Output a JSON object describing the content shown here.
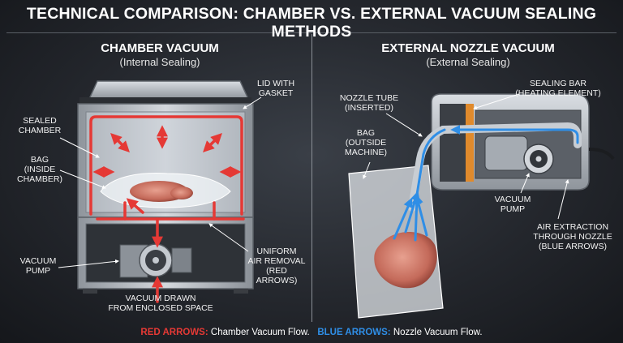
{
  "title": "TECHNICAL COMPARISON: CHAMBER VS. EXTERNAL VACUUM SEALING METHODS",
  "left": {
    "heading": "CHAMBER VACUUM",
    "subheading": "(Internal Sealing)",
    "labels": {
      "lid": "LID WITH\nGASKET",
      "sealed_chamber": "SEALED\nCHAMBER",
      "bag": "BAG\n(INSIDE\nCHAMBER)",
      "vacuum_pump": "VACUUM\nPUMP",
      "uniform": "UNIFORM\nAIR REMOVAL\n(RED\nARROWS)",
      "drawn": "VACUUM DRAWN\nFROM ENCLOSED SPACE"
    }
  },
  "right": {
    "heading": "EXTERNAL NOZZLE VACUUM",
    "subheading": "(External Sealing)",
    "labels": {
      "nozzle": "NOZZLE TUBE\n(INSERTED)",
      "sealing_bar": "SEALING BAR\n(HEATING ELEMENT)",
      "bag": "BAG\n(OUTSIDE\nMACHINE)",
      "vacuum_pump": "VACUUM\nPUMP",
      "extraction": "AIR EXTRACTION\nTHROUGH NOZZLE\n(BLUE ARROWS)"
    }
  },
  "legend": {
    "red_key": "RED ARROWS:",
    "red_text": " Chamber Vacuum Flow.",
    "blue_key": "BLUE ARROWS:",
    "blue_text": " Nozzle Vacuum Flow."
  },
  "colors": {
    "red": "#e53935",
    "blue": "#2f8ee6",
    "steel": "#b9bec5"
  }
}
